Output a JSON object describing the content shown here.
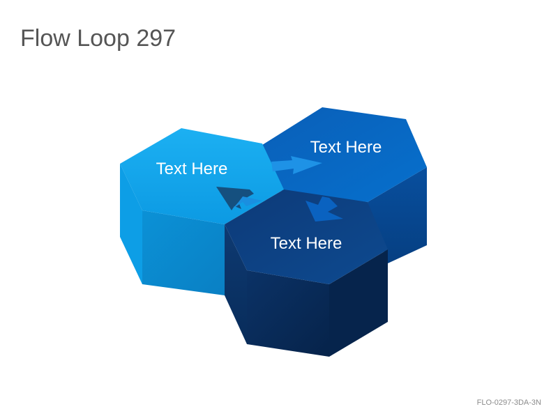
{
  "slide": {
    "title": "Flow Loop 297",
    "code": "FLO-0297-3DA-3N"
  },
  "hexagons": [
    {
      "label": "Text Here",
      "color": "#0ea5e9"
    },
    {
      "label": "Text Here",
      "color": "#0667c4"
    },
    {
      "label": "Text Here",
      "color": "#0c3d7a"
    }
  ],
  "colors": {
    "title": "#555555",
    "arrow_light": "#2b9be8",
    "arrow_dark": "#0a5fb8",
    "code": "#8a8a8a"
  }
}
